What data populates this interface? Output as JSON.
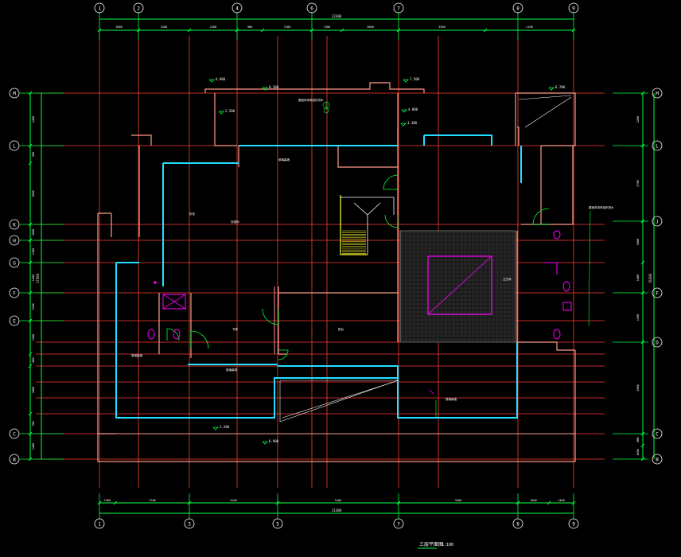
{
  "colors": {
    "background": "#000000",
    "grid_line": "#ff3b30",
    "dimension": "#00ff40",
    "wall": "#ff9a8a",
    "glass": "#22e0ff",
    "fixture": "#ff00ff",
    "stair": "#ffff33",
    "text": "#ffffff"
  },
  "axes": {
    "top": [
      "1",
      "2",
      "4",
      "6",
      "7",
      "8",
      "9"
    ],
    "bottom": [
      "1",
      "3",
      "5",
      "7",
      "8",
      "9"
    ],
    "left": [
      "M",
      "L",
      "K",
      "H",
      "G",
      "F",
      "E",
      "C",
      "B"
    ],
    "right": [
      "M",
      "L",
      "J",
      "F",
      "D",
      "C",
      "B"
    ]
  },
  "dimensions": {
    "top_overall": "22300",
    "top_segments": [
      "1800",
      "3200",
      "2400",
      "900",
      "1500",
      "1300",
      "3800",
      "3500",
      "2100"
    ],
    "bottom_overall": "21300",
    "bottom_segments": [
      "1300",
      "3700",
      "4200",
      "5400",
      "3500",
      "1800",
      "1400"
    ],
    "left_overall": "17300",
    "left_segments": [
      "2400",
      "900",
      "3000",
      "1000",
      "1300",
      "1400",
      "1200",
      "1500",
      "800",
      "2800",
      "700",
      "1400"
    ],
    "right_overall": "16300",
    "right_segments": [
      "2200",
      "2700",
      "1800",
      "1400",
      "1200",
      "3800",
      "800",
      "1400"
    ]
  },
  "annotations": {
    "roof_level": "8.200",
    "level_a": "7.500",
    "level_b": "6.700",
    "level_c": "6.900",
    "level_d": "2.500",
    "level_e": "4.000",
    "level_f": "3.300",
    "level_g": "2.200",
    "level_h": "6.900",
    "room_a": "阳台",
    "room_b": "卧室",
    "room_c": "书房",
    "room_d": "衣帽间",
    "room_e": "卫生间",
    "note_a": "屋面采用有组织排水",
    "note_b": "玻璃幕墙"
  },
  "title": {
    "text": "三层平面图",
    "scale": "1:100"
  }
}
